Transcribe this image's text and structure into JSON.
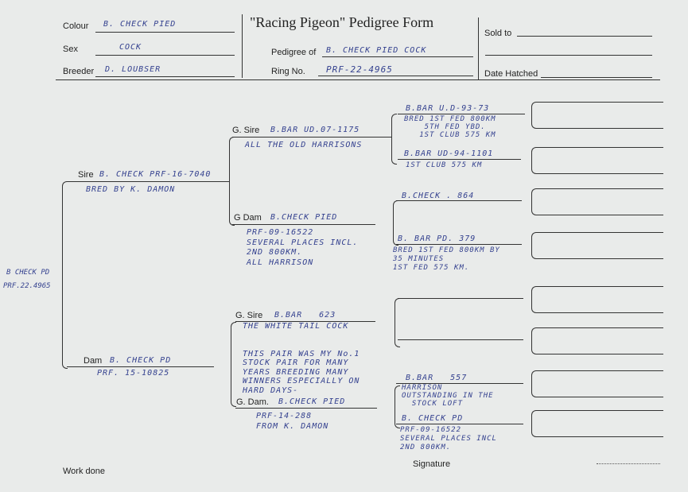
{
  "header": {
    "colour_label": "Colour",
    "colour": "B. CHECK PIED",
    "sex_label": "Sex",
    "sex": "COCK",
    "breeder_label": "Breeder",
    "breeder": "D. LOUBSER",
    "title": "\"Racing Pigeon\" Pedigree Form",
    "pedigree_of_label": "Pedigree of",
    "pedigree_of": "B. CHECK PIED COCK",
    "ring_label": "Ring No.",
    "ring": "PRF-22-4965",
    "sold_to_label": "Sold to",
    "date_hatched_label": "Date Hatched"
  },
  "bird": {
    "name": "B CHECK PD",
    "ring": "PRF.22.4965"
  },
  "sire": {
    "label": "Sire",
    "name": "B. CHECK PRF-16-7040",
    "note": "BRED BY K. DAMON"
  },
  "dam": {
    "label": "Dam",
    "name": "B. CHECK PD",
    "note": "PRF. 15-10825"
  },
  "sire_gsire": {
    "label": "G. Sire",
    "name": "B.BAR UD.07-1175",
    "note": "ALL THE OLD HARRISONS"
  },
  "sire_gdam": {
    "label": "G Dam",
    "name": "B.CHECK PIED",
    "note": "PRF-09-16522\nSEVERAL PLACES INCL.\n2ND 800KM.\nALL HARRISON"
  },
  "dam_gsire": {
    "label": "G. Sire",
    "name": "B.BAR   623",
    "note": "THE WHITE TAIL COCK\n\n\nTHIS PAIR WAS MY No.1\nSTOCK PAIR FOR MANY\nYEARS BREEDING MANY\nWINNERS ESPECIALLY ON\nHARD DAYS-"
  },
  "dam_gdam": {
    "label": "G. Dam.",
    "name": "B.CHECK PIED",
    "note": "PRF-14-288\nFROM K. DAMON"
  },
  "ggen": [
    {
      "name": "B.BAR U.D-93-73",
      "note": "BRED 1ST FED 800KM\n    5TH FED YBD.\n   1ST CLUB 575 KM"
    },
    {
      "name": "B.BAR UD-94-1101",
      "note": "1ST CLUB 575 KM"
    },
    {
      "name": "B.CHECK . 864",
      "note": ""
    },
    {
      "name": "B. BAR PD. 379",
      "note": "BRED 1ST FED 800KM BY\n35 MINUTES\n1ST FED 575 KM."
    },
    {
      "name": "",
      "note": ""
    },
    {
      "name": "",
      "note": ""
    },
    {
      "name": "B.BAR   557",
      "note": "HARRISON\nOUTSTANDING IN THE\n  STOCK LOFT"
    },
    {
      "name": "B. CHECK PD",
      "note": "PRF-09-16522\nSEVERAL PLACES INCL\n2ND 800KM."
    }
  ],
  "footer": {
    "work_done": "Work done",
    "signature": "Signature"
  }
}
